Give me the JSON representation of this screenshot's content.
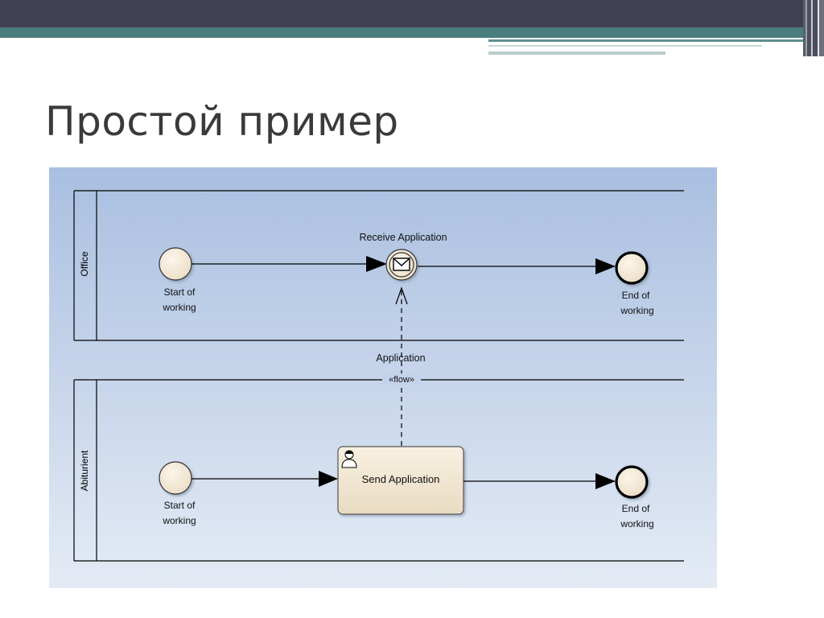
{
  "slide": {
    "title": "Простой пример"
  },
  "diagram": {
    "lanes": [
      {
        "label": "Office"
      },
      {
        "label": "Abiturient"
      }
    ],
    "office": {
      "start_label_line1": "Start of",
      "start_label_line2": "working",
      "event_label": "Receive Application",
      "end_label_line1": "End of",
      "end_label_line2": "working"
    },
    "abiturient": {
      "start_label_line1": "Start of",
      "start_label_line2": "working",
      "task_label": "Send Application",
      "end_label_line1": "End of",
      "end_label_line2": "working"
    },
    "message_flow": {
      "label": "Application",
      "stereotype": "«flow»"
    },
    "icons": {
      "message": "envelope-icon",
      "user_task": "user-icon"
    },
    "colors": {
      "background_top": "#a9bfe0",
      "background_bottom": "#e4ebf5",
      "node_fill": "#f3e8d6",
      "line": "#000000"
    }
  }
}
